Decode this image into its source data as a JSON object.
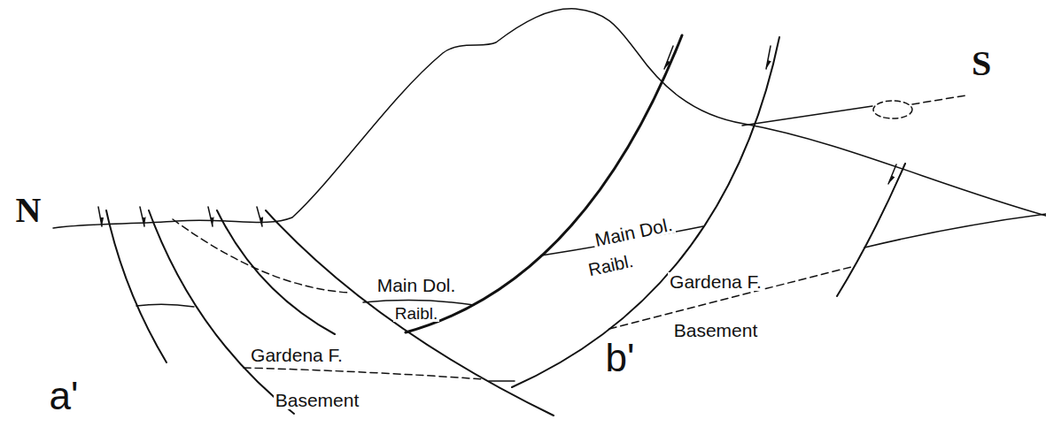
{
  "diagram": {
    "labels": [
      "N",
      "S",
      "Main Dol.",
      "Raibl.",
      "Gardena F.",
      "Basement",
      "Main Dol.",
      "Raibl.",
      "Gardena F.",
      "Basement",
      "a'",
      "b'"
    ]
  }
}
